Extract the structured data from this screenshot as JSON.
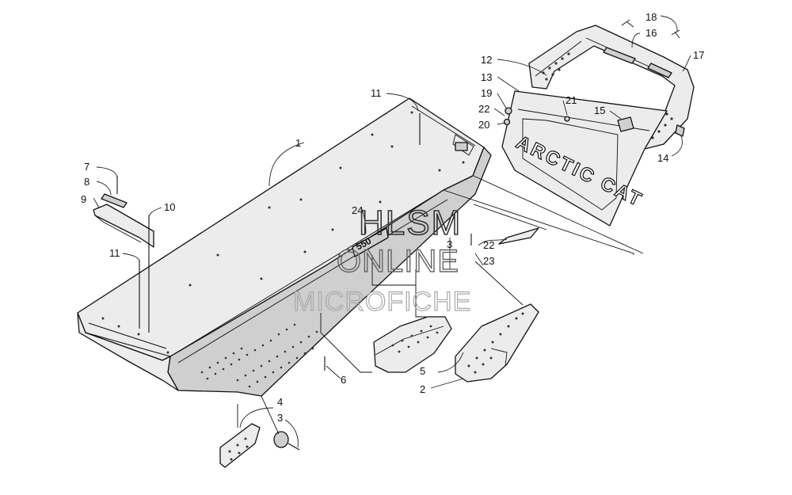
{
  "diagram": {
    "callouts": [
      {
        "id": "1",
        "label": "1"
      },
      {
        "id": "2",
        "label": "2"
      },
      {
        "id": "3",
        "label": "3"
      },
      {
        "id": "3b",
        "label": "3"
      },
      {
        "id": "4",
        "label": "4"
      },
      {
        "id": "5",
        "label": "5"
      },
      {
        "id": "6",
        "label": "6"
      },
      {
        "id": "7",
        "label": "7"
      },
      {
        "id": "8",
        "label": "8"
      },
      {
        "id": "9",
        "label": "9"
      },
      {
        "id": "10",
        "label": "10"
      },
      {
        "id": "11",
        "label": "11"
      },
      {
        "id": "11b",
        "label": "11"
      },
      {
        "id": "12",
        "label": "12"
      },
      {
        "id": "13",
        "label": "13"
      },
      {
        "id": "14",
        "label": "14"
      },
      {
        "id": "15",
        "label": "15"
      },
      {
        "id": "16",
        "label": "16"
      },
      {
        "id": "17",
        "label": "17"
      },
      {
        "id": "18",
        "label": "18"
      },
      {
        "id": "19",
        "label": "19"
      },
      {
        "id": "20",
        "label": "20"
      },
      {
        "id": "21",
        "label": "21"
      },
      {
        "id": "22",
        "label": "22"
      },
      {
        "id": "22b",
        "label": "22"
      },
      {
        "id": "23",
        "label": "23"
      },
      {
        "id": "24",
        "label": "24"
      }
    ],
    "panel_text": "ARCTIC CAT",
    "badge_text": "550"
  },
  "watermark": {
    "line1": "HLSM",
    "line2": "ONLINE",
    "line3": "MICROFICHE"
  }
}
